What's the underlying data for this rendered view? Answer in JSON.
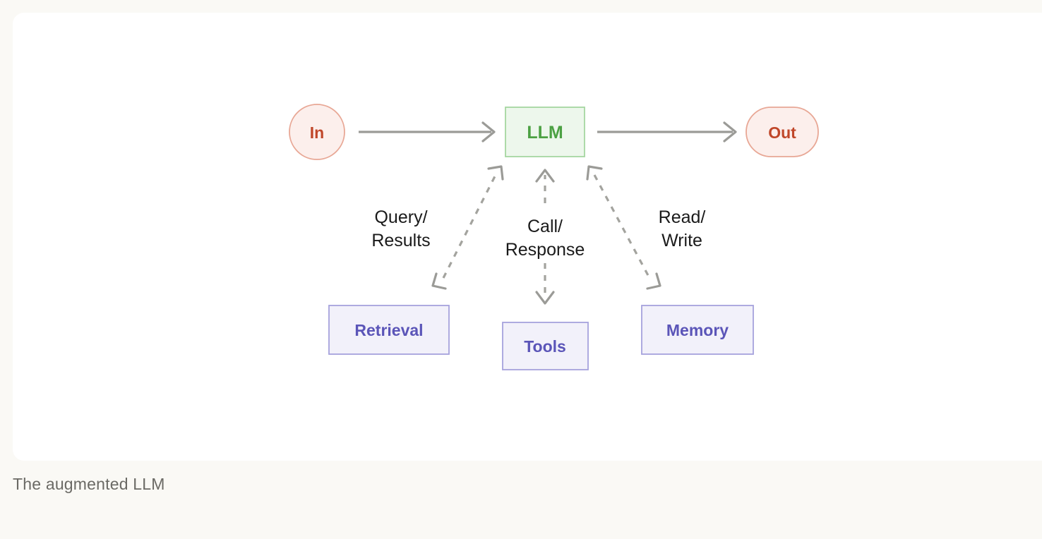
{
  "page": {
    "background_color": "#FAF9F5",
    "card_color": "#FFFFFF",
    "caption": "The augmented LLM"
  },
  "diagram": {
    "title": "The augmented LLM",
    "nodes": {
      "input": {
        "label": "In",
        "shape": "circle",
        "fill": "#FCEFEC",
        "border": "#E8A795",
        "text_color": "#C0472A"
      },
      "llm": {
        "label": "LLM",
        "shape": "rectangle",
        "fill": "#EDF7EC",
        "border": "#A5D6A0",
        "text_color": "#4CA143"
      },
      "output": {
        "label": "Out",
        "shape": "stadium",
        "fill": "#FCEFEC",
        "border": "#E8A795",
        "text_color": "#C0472A"
      },
      "retrieval": {
        "label": "Retrieval",
        "shape": "rectangle",
        "fill": "#F2F1FA",
        "border": "#A6A2DC",
        "text_color": "#5B55B8"
      },
      "tools": {
        "label": "Tools",
        "shape": "rectangle",
        "fill": "#F2F1FA",
        "border": "#A6A2DC",
        "text_color": "#5B55B8"
      },
      "memory": {
        "label": "Memory",
        "shape": "rectangle",
        "fill": "#F2F1FA",
        "border": "#A6A2DC",
        "text_color": "#5B55B8"
      }
    },
    "edges": {
      "in_to_llm": {
        "label": "",
        "style": "solid",
        "direction": "one-way",
        "color": "#9B9B97"
      },
      "llm_to_out": {
        "label": "",
        "style": "solid",
        "direction": "one-way",
        "color": "#9B9B97"
      },
      "llm_retrieval": {
        "label_line1": "Query/",
        "label_line2": "Results",
        "style": "dashed",
        "direction": "two-way",
        "color": "#A3A39E"
      },
      "llm_tools": {
        "label_line1": "Call/",
        "label_line2": "Response",
        "style": "dashed",
        "direction": "two-way",
        "color": "#A3A39E"
      },
      "llm_memory": {
        "label_line1": "Read/",
        "label_line2": "Write",
        "style": "dashed",
        "direction": "two-way",
        "color": "#A3A39E"
      }
    }
  }
}
